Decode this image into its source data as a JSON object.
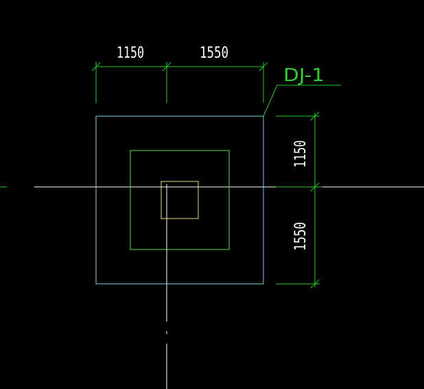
{
  "drawing": {
    "tag": "DJ-1",
    "dim_top_left": "1150",
    "dim_top_right": "1550",
    "dim_right_upper": "1150",
    "dim_right_lower": "1550"
  },
  "colors": {
    "background": "#000000",
    "dimension_line": "#22cc22",
    "outer_outline": "#7fd6e6",
    "middle_outline": "#66dd55",
    "column_outline": "#f0e08a",
    "centerline": "#ffffff",
    "dim_text": "#ffffff",
    "tag_text": "#33cc33"
  }
}
